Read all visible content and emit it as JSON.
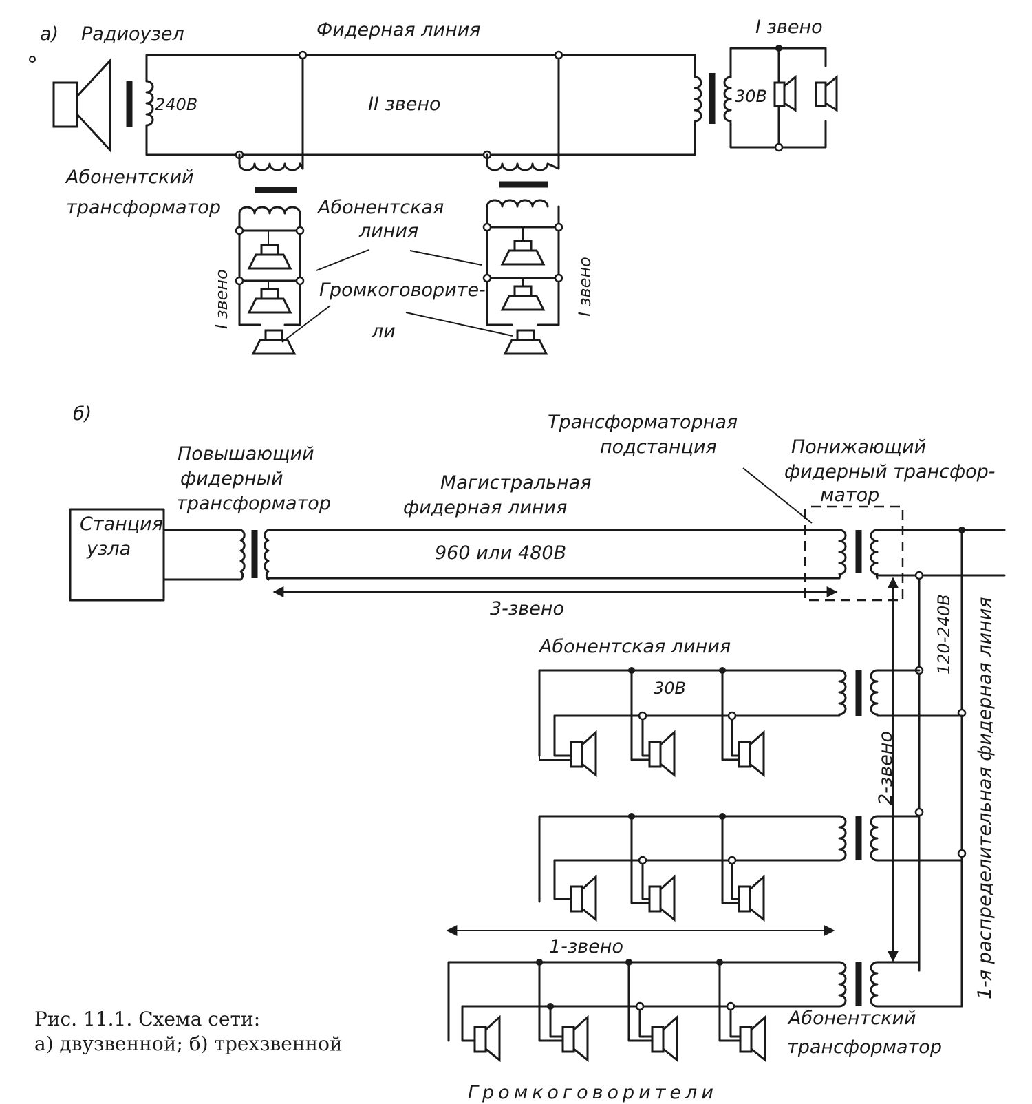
{
  "part_a": {
    "letter": "а)",
    "radio_node": "Радиоузел",
    "feeder_line": "Фидерная линия",
    "voltage_240": "240В",
    "link_2": "II звено",
    "link_1_top": "I звено",
    "voltage_30": "30В",
    "subscriber_transformer": [
      "Абонентский",
      "трансформатор"
    ],
    "subscriber_line": [
      "Абонентская",
      "линия"
    ],
    "loudspeakers": [
      "Громкоговорите-",
      "ли"
    ],
    "link_1_left": "I звено",
    "link_1_right": "I звено"
  },
  "part_b": {
    "letter": "б)",
    "station": [
      "Станция",
      "узла"
    ],
    "step_up": [
      "Повышающий",
      "фидерный",
      "трансформатор"
    ],
    "main_feeder": [
      "Магистральная",
      "фидерная линия"
    ],
    "voltage_main": "960 или 480В",
    "link_3": "3-звено",
    "substation": [
      "Трансформаторная",
      "подстанция"
    ],
    "step_down": [
      "Понижающий",
      "фидерный трансфор-",
      "матор"
    ],
    "voltage_dist": "120-240В",
    "dist_feeder": "1-я распределительная фидерная линия",
    "subscriber_line": "Абонентская линия",
    "voltage_30": "30В",
    "link_2": "2-звено",
    "link_1": "1-звено",
    "subscriber_transformer": [
      "Абонентский",
      "трансформатор"
    ],
    "loudspeakers": "Громкоговорители"
  },
  "caption": {
    "line1": "Рис. 11.1. Схема сети:",
    "line2": "а) двузвенной; б) трехзвенной"
  }
}
